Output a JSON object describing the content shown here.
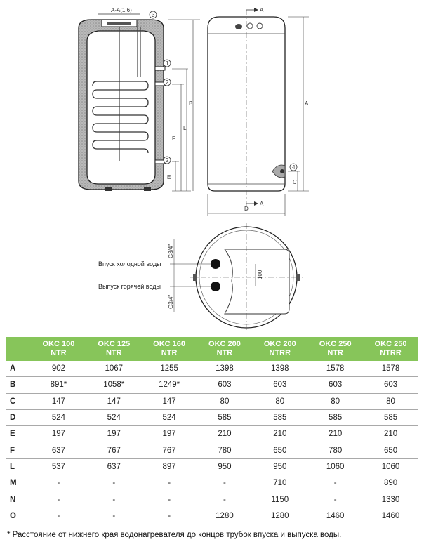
{
  "drawing": {
    "section_title": "A-A(1:6)",
    "section_marker": "A",
    "callouts": [
      "1",
      "2",
      "3",
      "4"
    ],
    "dimension_letters": {
      "A": "A",
      "B": "B",
      "C": "C",
      "D": "D",
      "E": "E",
      "F": "F",
      "L": "L"
    },
    "top_view": {
      "cold_water_label": "Впуск холодной воды",
      "hot_water_label": "Выпуск горячей воды",
      "thread_label": "G3/4\"",
      "dim_100": "100"
    }
  },
  "table": {
    "headers": [
      {
        "line1": "OKC 100",
        "line2": "NTR"
      },
      {
        "line1": "OKC 125",
        "line2": "NTR"
      },
      {
        "line1": "OKC 160",
        "line2": "NTR"
      },
      {
        "line1": "OKC 200",
        "line2": "NTR"
      },
      {
        "line1": "OKC 200",
        "line2": "NTRR"
      },
      {
        "line1": "OKC 250",
        "line2": "NTR"
      },
      {
        "line1": "OKC 250",
        "line2": "NTRR"
      }
    ],
    "rows": [
      {
        "label": "A",
        "values": [
          "902",
          "1067",
          "1255",
          "1398",
          "1398",
          "1578",
          "1578"
        ]
      },
      {
        "label": "B",
        "values": [
          "891*",
          "1058*",
          "1249*",
          "603",
          "603",
          "603",
          "603"
        ]
      },
      {
        "label": "C",
        "values": [
          "147",
          "147",
          "147",
          "80",
          "80",
          "80",
          "80"
        ]
      },
      {
        "label": "D",
        "values": [
          "524",
          "524",
          "524",
          "585",
          "585",
          "585",
          "585"
        ]
      },
      {
        "label": "E",
        "values": [
          "197",
          "197",
          "197",
          "210",
          "210",
          "210",
          "210"
        ]
      },
      {
        "label": "F",
        "values": [
          "637",
          "767",
          "767",
          "780",
          "650",
          "780",
          "650"
        ]
      },
      {
        "label": "L",
        "values": [
          "537",
          "637",
          "897",
          "950",
          "950",
          "1060",
          "1060"
        ]
      },
      {
        "label": "M",
        "values": [
          "-",
          "-",
          "-",
          "-",
          "710",
          "-",
          "890"
        ]
      },
      {
        "label": "N",
        "values": [
          "-",
          "-",
          "-",
          "-",
          "1150",
          "-",
          "1330"
        ]
      },
      {
        "label": "O",
        "values": [
          "-",
          "-",
          "-",
          "1280",
          "1280",
          "1460",
          "1460"
        ]
      }
    ]
  },
  "footnote": "* Расстояние от нижнего края водонагревателя до концов трубок впуска и выпуска воды."
}
